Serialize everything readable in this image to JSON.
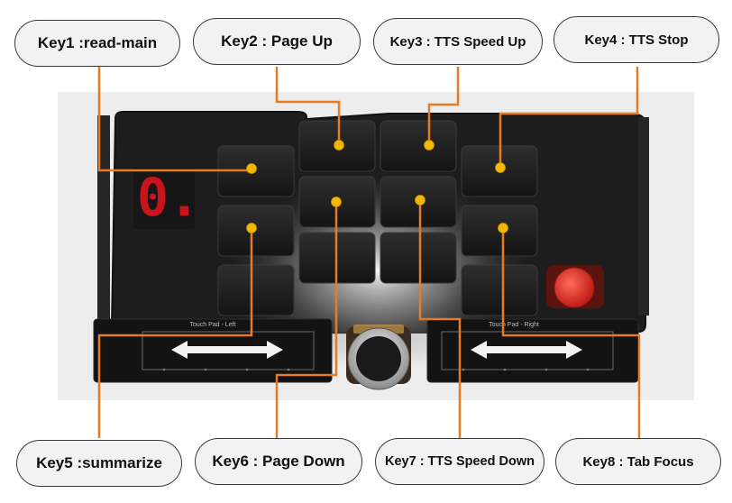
{
  "labels": {
    "key1": "Key1 :read-main",
    "key2": "Key2 : Page Up",
    "key3": "Key3 : TTS Speed Up",
    "key4": "Key4 : TTS Stop",
    "key5": "Key5 :summarize",
    "key6": "Key6 : Page Down",
    "key7": "Key7 : TTS Speed Down",
    "key8": "Key8 : Tab Focus"
  },
  "device": {
    "seven_segment_display": "0.",
    "touch_pad_left": "Touch Pad - Left",
    "touch_pad_right": "Touch Pad - Right"
  },
  "colors": {
    "leader_line": "#e87a24",
    "marker_dot": "#f5b800",
    "pill_fill": "#f2f2f2",
    "pill_border": "#3a3a3a",
    "display_red": "#c9141b",
    "red_button": "#e2302a"
  }
}
